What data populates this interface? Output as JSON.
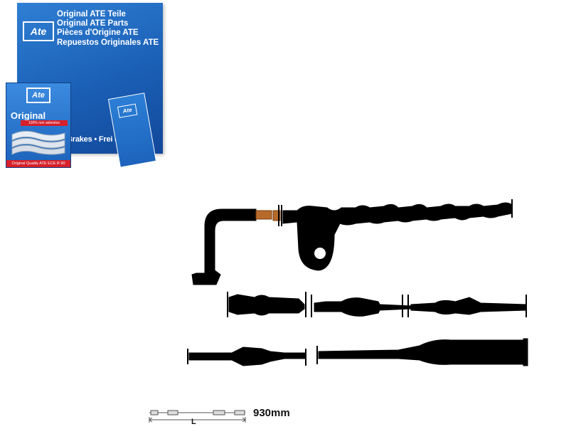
{
  "package": {
    "logo": "Ate",
    "lines": [
      "Original ATE Teile",
      "Original ATE Parts",
      "Pièces d'Origine ATE",
      "Repuestos Originales ATE"
    ],
    "side_text": "Brakes • Frei     os",
    "small_box_logo": "Ate",
    "small_box_label": "Original",
    "small_box_strip": "100% non asbestos",
    "small_box_bottom": "Original Quality  ATE ECE R 90",
    "leaflet_logo": "Ate",
    "colors": {
      "box_blue": "#1a5fb5",
      "accent_red": "#d6202b"
    }
  },
  "diagram": {
    "length_value": "930mm",
    "length_symbol": "L"
  }
}
